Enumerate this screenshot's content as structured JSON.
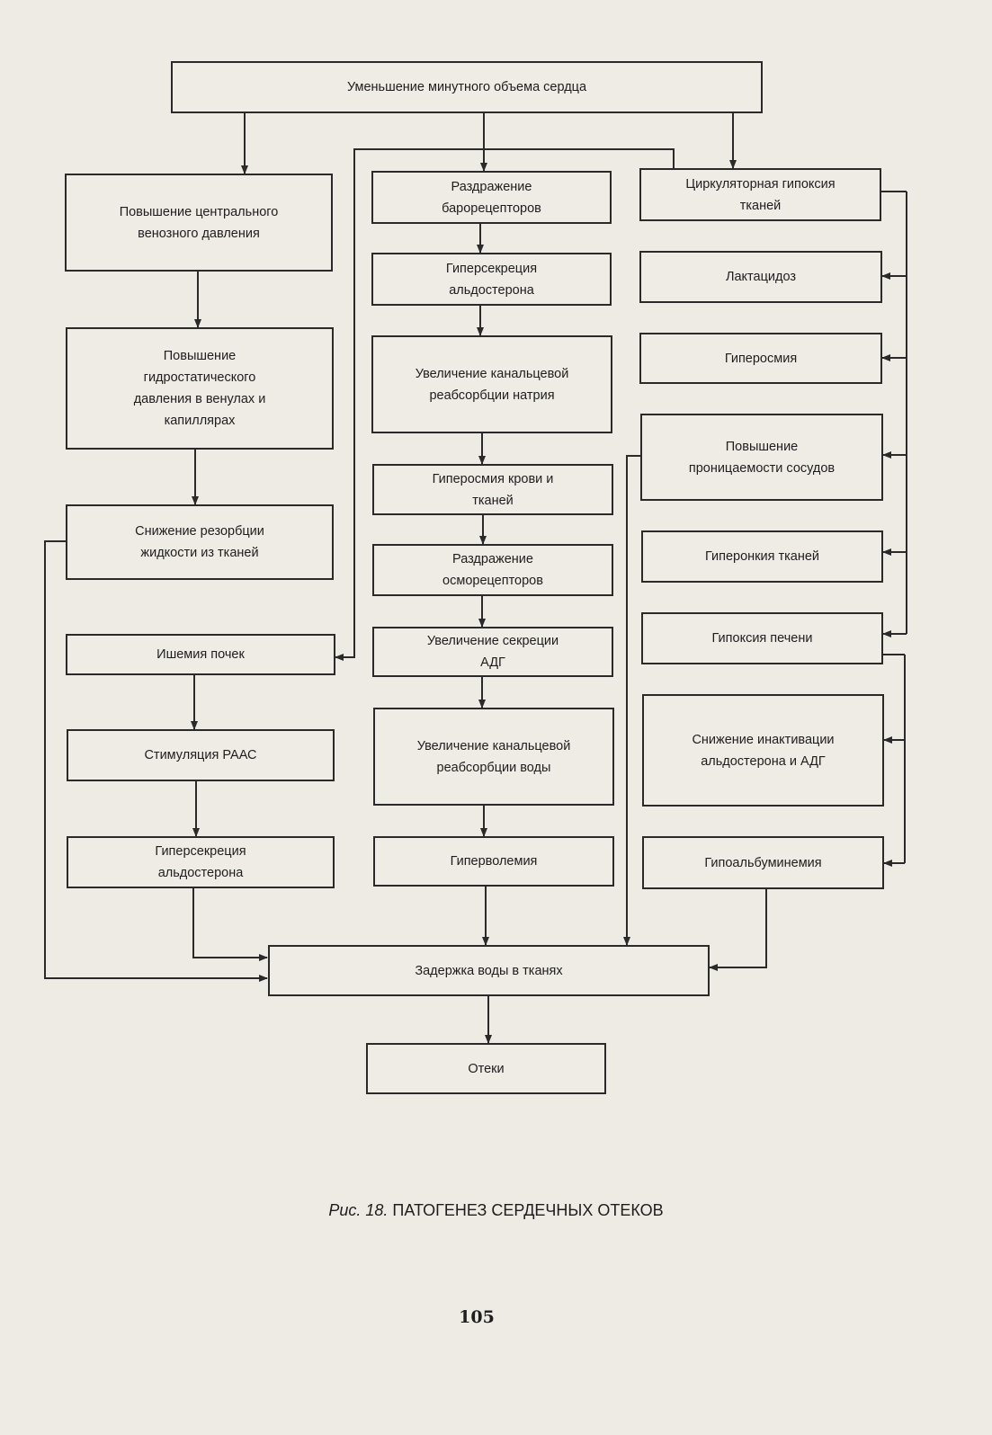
{
  "boxes": {
    "top": "Уменьшение минутного объема сердца",
    "cvp": "Повышение центрального\nвенозного давления",
    "hydro": "Повышение\nгидростатического\nдавления в венулах и\nкапиллярах",
    "resorb": "Снижение резорбции\nжидкости из тканей",
    "ischemia": "Ишемия почек",
    "raas": "Стимуляция РААС",
    "aldo_left": "Гиперсекреция\nальдостерона",
    "baro": "Раздражение\nбарорецепторов",
    "aldo_mid": "Гиперсекреция\nальдостерона",
    "na": "Увеличение канальцевой\nреабсорбции натрия",
    "hyperosm_blood": "Гиперосмия крови и\nтканей",
    "osmo": "Раздражение\nосморецепторов",
    "adh": "Увеличение секреции\nАДГ",
    "water": "Увеличение канальцевой\nреабсорбции воды",
    "hypervol": "Гиперволемия",
    "hypoxia": "Циркуляторная гипоксия\nтканей",
    "lactic": "Лактацидоз",
    "hyperosm": "Гиперосмия",
    "perm": "Повышение\nпроницаемости сосудов",
    "hyperonc": "Гиперонкия тканей",
    "liver": "Гипоксия печени",
    "inact": "Снижение инактивации\nальдостерона и АДГ",
    "hypoalb": "Гипоальбуминемия",
    "retention": "Задержка воды в тканях",
    "edema": "Отеки"
  },
  "caption": {
    "figure": "Рис. 18.",
    "title": "ПАТОГЕНЕЗ СЕРДЕЧНЫХ ОТЕКОВ"
  },
  "page_number": "105"
}
